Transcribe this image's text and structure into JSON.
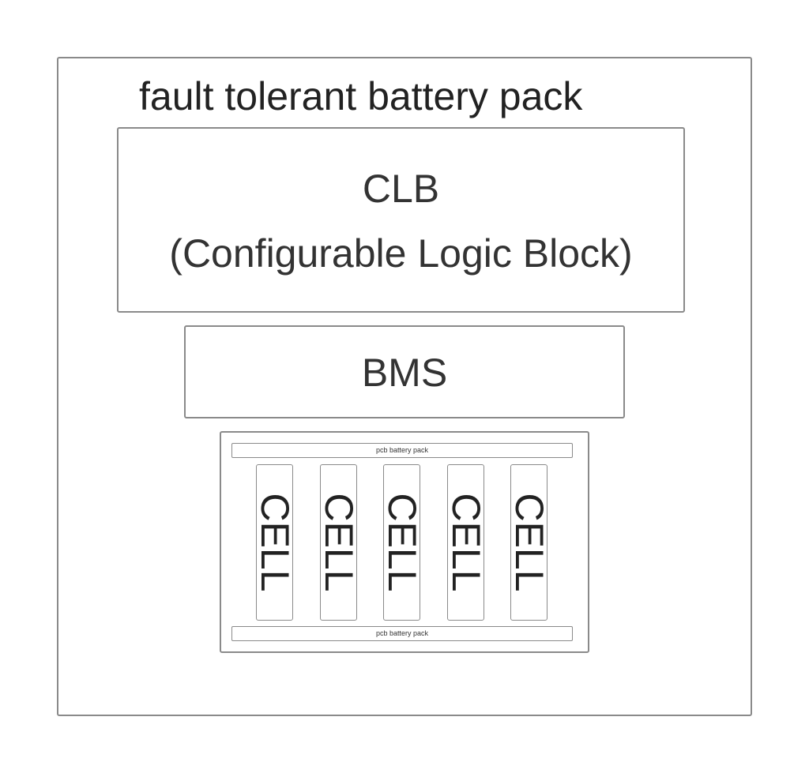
{
  "diagram": {
    "title": "fault tolerant battery pack",
    "clb": {
      "line1": "CLB",
      "line2": "(Configurable Logic Block)"
    },
    "bms": {
      "label": "BMS"
    },
    "pack": {
      "pcb_top_label": "pcb battery pack",
      "pcb_bottom_label": "pcb battery pack",
      "cells": [
        {
          "label": "CELL"
        },
        {
          "label": "CELL"
        },
        {
          "label": "CELL"
        },
        {
          "label": "CELL"
        },
        {
          "label": "CELL"
        }
      ]
    }
  }
}
